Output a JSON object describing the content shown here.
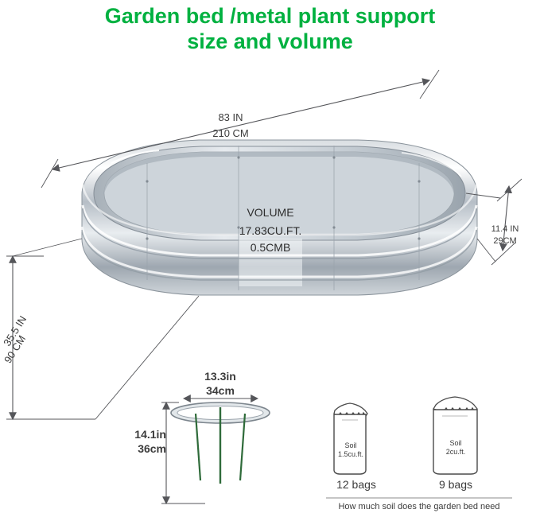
{
  "title": {
    "line1": "Garden bed /metal plant support",
    "line2": "size and volume",
    "color": "#00b140"
  },
  "bed": {
    "length": {
      "inches": "83 IN",
      "cm": "210 CM"
    },
    "width": {
      "inches": "35.5 IN",
      "cm": "90 CM"
    },
    "height": {
      "inches": "11.4 IN",
      "cm": "29CM"
    },
    "volume": {
      "label": "VOLUME",
      "cubic_feet": "17.83CU.FT.",
      "cubic_meters": "0.5CMB"
    }
  },
  "support": {
    "diameter_in": "13.3in",
    "diameter_cm": "34cm",
    "height_in": "14.1in",
    "height_cm": "36cm"
  },
  "soil": {
    "footnote": "How much soil does the garden bed need",
    "bags": [
      {
        "bag_label_line1": "Soil",
        "bag_label_line2": "1.5cu.ft.",
        "count": "12 bags"
      },
      {
        "bag_label_line1": "Soil",
        "bag_label_line2": "2cu.ft.",
        "count": "9 bags"
      }
    ]
  }
}
